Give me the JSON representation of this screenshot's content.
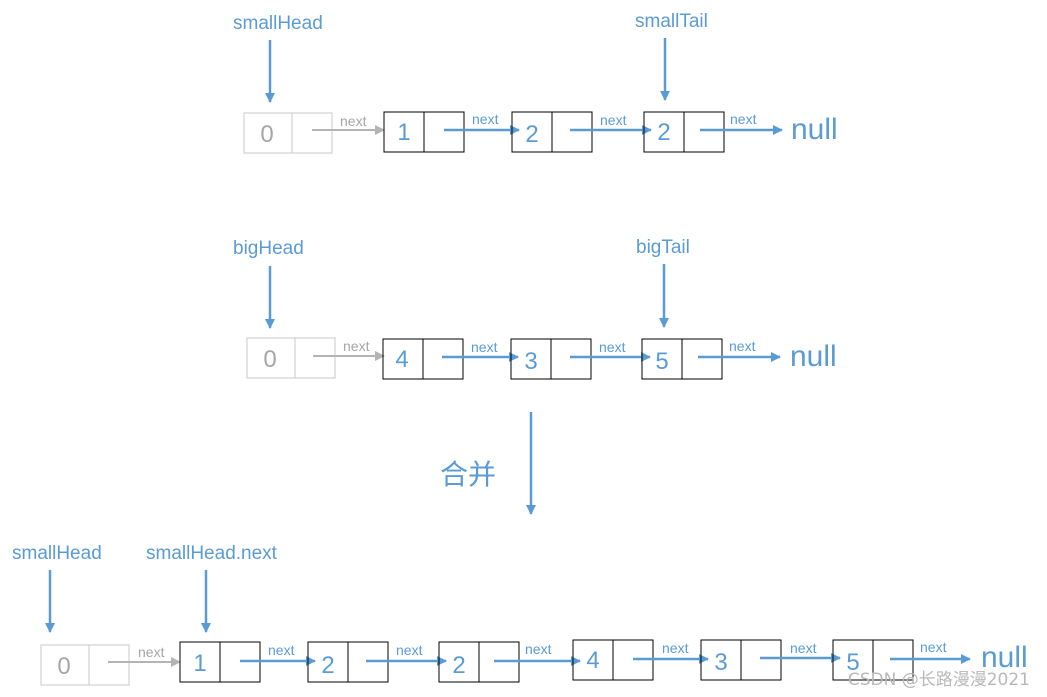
{
  "diagram": {
    "merge_label": "合并",
    "watermark": "CSDN @长路漫漫2021",
    "null_label": "null",
    "next_label": "next",
    "small_list": {
      "dummy_value": "0",
      "values": [
        "1",
        "2",
        "2"
      ],
      "head_pointer": "smallHead",
      "tail_pointer": "smallTail"
    },
    "big_list": {
      "dummy_value": "0",
      "values": [
        "4",
        "3",
        "5"
      ],
      "head_pointer": "bigHead",
      "tail_pointer": "bigTail"
    },
    "merged_list": {
      "dummy_value": "0",
      "values": [
        "1",
        "2",
        "2",
        "4",
        "3",
        "5"
      ],
      "head_pointer": "smallHead",
      "next_pointer": "smallHead.next"
    },
    "colors": {
      "accent": "#5b9bd5",
      "muted": "#a6a6a6",
      "line": "#000000"
    }
  }
}
